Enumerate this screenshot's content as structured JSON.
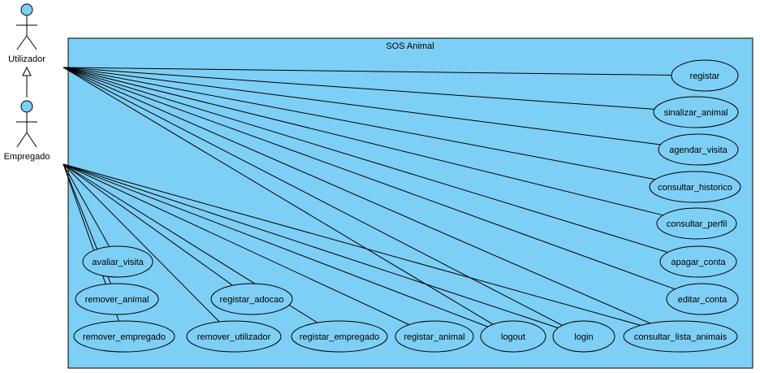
{
  "system": {
    "title": "SOS Animal"
  },
  "actors": [
    {
      "id": "utilizador",
      "label": "Utilizador"
    },
    {
      "id": "empregado",
      "label": "Empregado"
    }
  ],
  "use_cases": [
    {
      "id": "registar",
      "label": "registar"
    },
    {
      "id": "sinalizar_animal",
      "label": "sinalizar_animal"
    },
    {
      "id": "agendar_visita",
      "label": "agendar_visita"
    },
    {
      "id": "consultar_historico",
      "label": "consultar_historico"
    },
    {
      "id": "consultar_perfil",
      "label": "consultar_perfil"
    },
    {
      "id": "apagar_conta",
      "label": "apagar_conta"
    },
    {
      "id": "editar_conta",
      "label": "editar_conta"
    },
    {
      "id": "consultar_lista_animais",
      "label": "consultar_lista_animais"
    },
    {
      "id": "login",
      "label": "login"
    },
    {
      "id": "logout",
      "label": "logout"
    },
    {
      "id": "registar_animal",
      "label": "registar_animal"
    },
    {
      "id": "registar_empregado",
      "label": "registar_empregado"
    },
    {
      "id": "remover_utilizador",
      "label": "remover_utilizador"
    },
    {
      "id": "registar_adocao",
      "label": "registar_adocao"
    },
    {
      "id": "remover_empregado",
      "label": "remover_empregado"
    },
    {
      "id": "remover_animal",
      "label": "remover_animal"
    },
    {
      "id": "avaliar_visita",
      "label": "avaliar_visita"
    }
  ],
  "associations": [
    {
      "from": "utilizador",
      "to": "registar"
    },
    {
      "from": "utilizador",
      "to": "sinalizar_animal"
    },
    {
      "from": "utilizador",
      "to": "agendar_visita"
    },
    {
      "from": "utilizador",
      "to": "consultar_historico"
    },
    {
      "from": "utilizador",
      "to": "consultar_perfil"
    },
    {
      "from": "utilizador",
      "to": "apagar_conta"
    },
    {
      "from": "utilizador",
      "to": "editar_conta"
    },
    {
      "from": "utilizador",
      "to": "consultar_lista_animais"
    },
    {
      "from": "utilizador",
      "to": "login"
    },
    {
      "from": "utilizador",
      "to": "logout"
    },
    {
      "from": "empregado",
      "to": "avaliar_visita"
    },
    {
      "from": "empregado",
      "to": "remover_animal"
    },
    {
      "from": "empregado",
      "to": "remover_empregado"
    },
    {
      "from": "empregado",
      "to": "remover_utilizador"
    },
    {
      "from": "empregado",
      "to": "registar_adocao"
    },
    {
      "from": "empregado",
      "to": "registar_empregado"
    },
    {
      "from": "empregado",
      "to": "registar_animal"
    },
    {
      "from": "empregado",
      "to": "logout"
    },
    {
      "from": "empregado",
      "to": "login"
    },
    {
      "from": "empregado",
      "to": "consultar_lista_animais"
    }
  ],
  "generalizations": [
    {
      "child": "empregado",
      "parent": "utilizador"
    }
  ],
  "colors": {
    "system_fill": "#7ecff5",
    "stroke": "#000000"
  }
}
